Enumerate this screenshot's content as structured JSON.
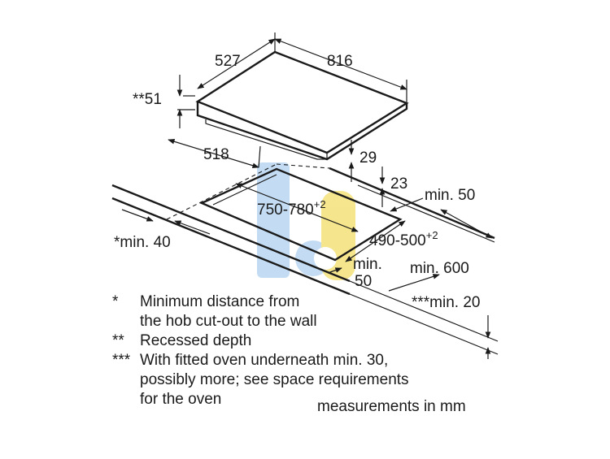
{
  "dimensions": {
    "width": "527",
    "length": "816",
    "recessed": "**51",
    "cutout_depth": "518",
    "thickness_a": "29",
    "thickness_b": "23",
    "cutout_length": "750-780",
    "cutout_length_tol": "+2",
    "cutout_width": "490-500",
    "cutout_width_tol": "+2",
    "min_wall": "*min. 40",
    "min_50_right": "min. 50",
    "min_50_front_a": "min.",
    "min_50_front_b": "50",
    "min_600": "min. 600",
    "min_20": "***min. 20"
  },
  "legend": [
    {
      "mark": "*",
      "text": "Minimum distance from\nthe hob cut-out to the wall"
    },
    {
      "mark": "**",
      "text": "Recessed depth"
    },
    {
      "mark": "***",
      "text": "With fitted oven underneath min. 30,\npossibly more; see space requirements\nfor the oven"
    }
  ],
  "units_note": "measurements in mm",
  "colors": {
    "line": "#1a1a1a",
    "logo_blue": "#b9d6f2",
    "logo_yellow": "#f4e27a"
  }
}
